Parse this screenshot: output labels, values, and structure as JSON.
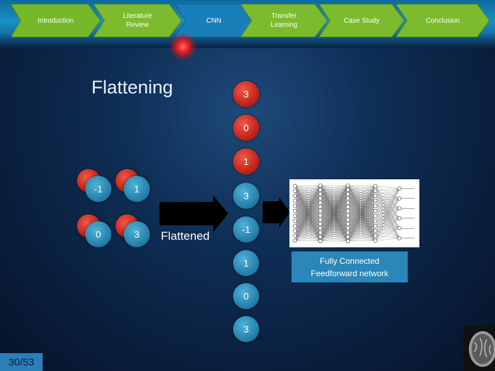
{
  "nav": {
    "items": [
      {
        "label": "Introduction"
      },
      {
        "label": "Literature\nReview"
      },
      {
        "label": "CNN"
      },
      {
        "label": "Transfer\nLearning"
      },
      {
        "label": "Case Study"
      },
      {
        "label": "Conclusion"
      }
    ]
  },
  "slide": {
    "title": "Flattening",
    "pooled_matrix": [
      [
        "-1",
        "1"
      ],
      [
        "0",
        "3"
      ]
    ],
    "flattened_label": "Flattened",
    "flattened_values": [
      "3",
      "0",
      "1",
      "3",
      "-1",
      "1",
      "0",
      "3"
    ],
    "fc_label": "Fully Connected\nFeedforward network"
  },
  "footer": {
    "page": "30/53"
  },
  "colors": {
    "accent": "#2a86b2",
    "node_red": "#c8281c",
    "nav_green": "#7dbb2e"
  }
}
